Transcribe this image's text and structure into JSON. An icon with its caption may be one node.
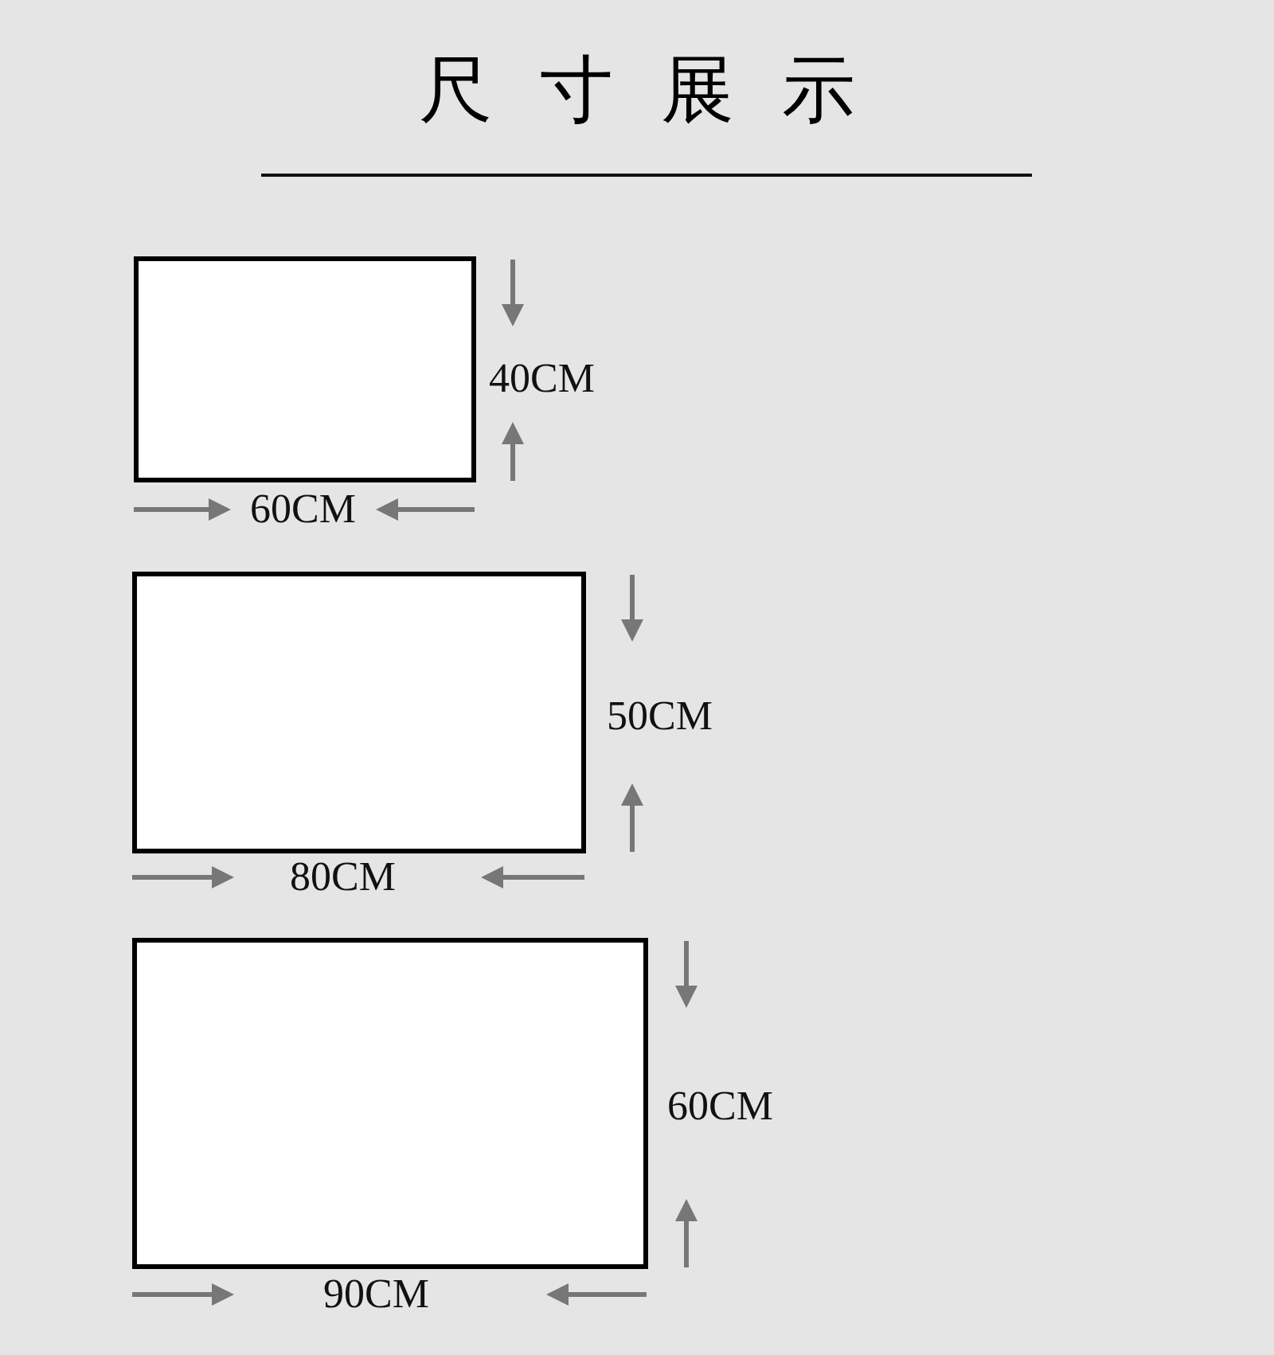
{
  "diagram": {
    "title": "尺寸展示",
    "nodes": [
      {
        "text": [],
        "shape": "box",
        "beside": [
          "40CM",
          "60CM"
        ]
      },
      {
        "text": [],
        "shape": "box",
        "beside": [
          "50CM",
          "80CM"
        ]
      },
      {
        "text": [],
        "shape": "box",
        "beside": [
          "60CM",
          "90CM"
        ]
      }
    ]
  }
}
